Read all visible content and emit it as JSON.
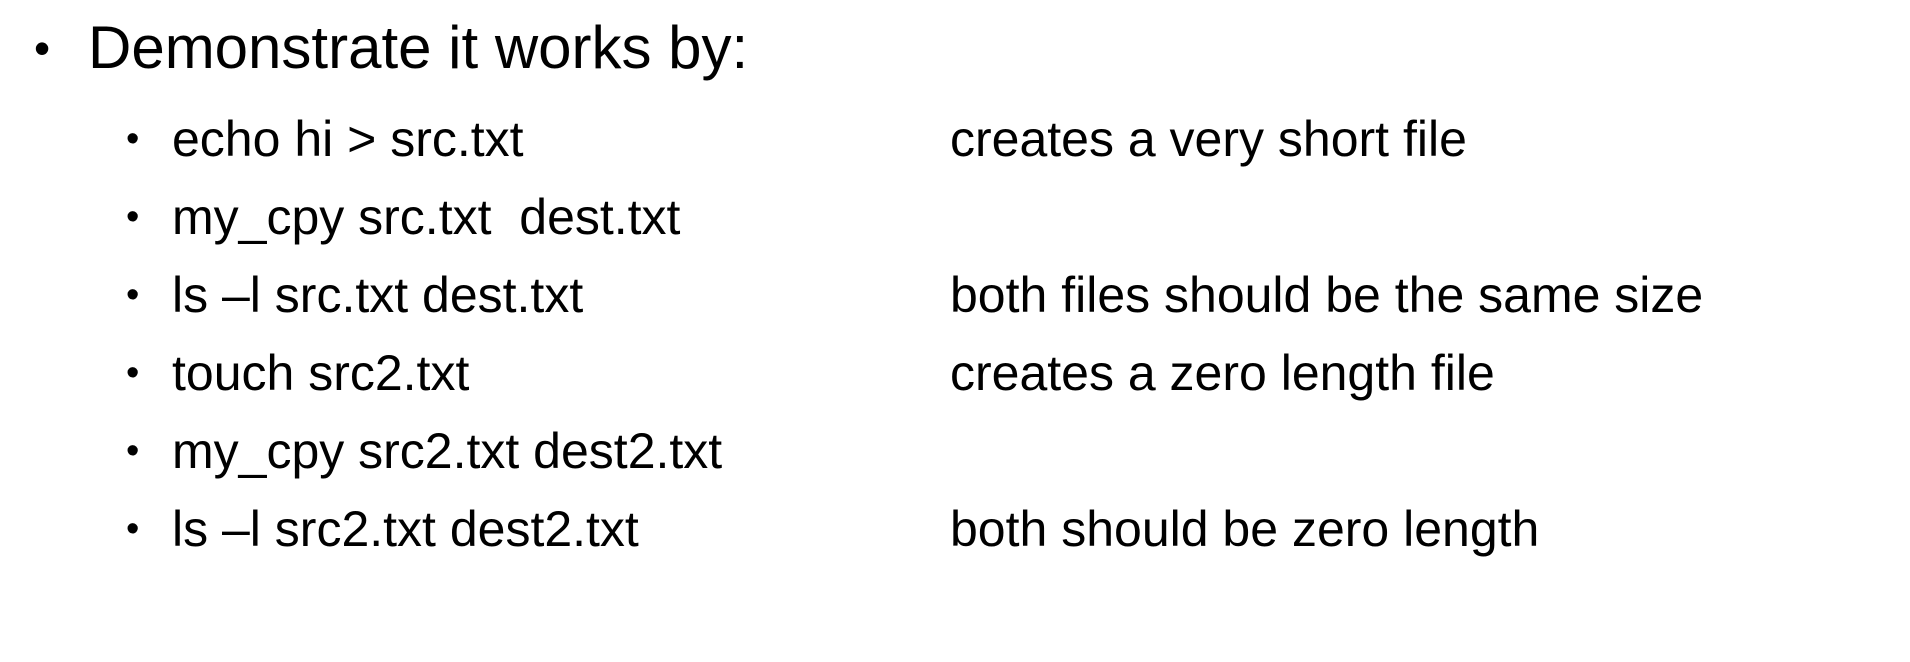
{
  "slide": {
    "background": "#ffffff",
    "text_color": "#000000",
    "bullet_glyph": "•",
    "title": "Demonstrate it works by:",
    "steps": [
      {
        "command": "echo hi > src.txt",
        "comment": "creates a very short file"
      },
      {
        "command": "my_cpy src.txt  dest.txt",
        "comment": ""
      },
      {
        "command": "ls –l src.txt dest.txt",
        "comment": "both files should be the same size"
      },
      {
        "command": "touch src2.txt",
        "comment": "creates a zero length file"
      },
      {
        "command": "my_cpy src2.txt dest2.txt",
        "comment": ""
      },
      {
        "command": "ls –l src2.txt dest2.txt",
        "comment": "both should be zero length"
      }
    ]
  }
}
